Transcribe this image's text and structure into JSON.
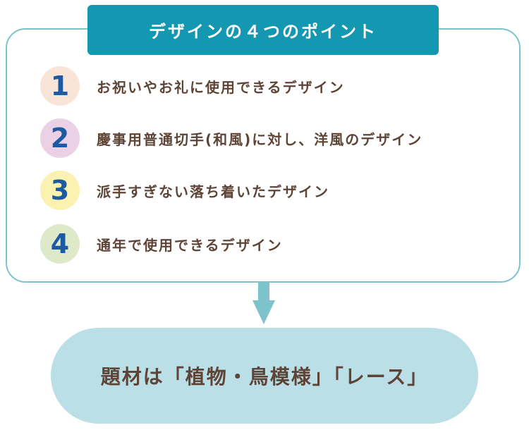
{
  "header": {
    "title": "デザインの４つのポイント"
  },
  "points": [
    {
      "number": "1",
      "text": "お祝いやお礼に使用できるデザイン",
      "badge_color": "#f9e5d8"
    },
    {
      "number": "2",
      "text": "慶事用普通切手(和風)に対し、洋風のデザイン",
      "badge_color": "#ead1e6"
    },
    {
      "number": "3",
      "text": "派手すぎない落ち着いたデザイン",
      "badge_color": "#fbf1b0"
    },
    {
      "number": "4",
      "text": "通年で使用できるデザイン",
      "badge_color": "#dde9c8"
    }
  ],
  "result": {
    "text": "題材は「植物・鳥模様」「レース」"
  },
  "colors": {
    "header_bg": "#1497b1",
    "border": "#7cc3cc",
    "result_bg": "#bbdfe6",
    "text": "#5e4437",
    "number": "#1e5aa3"
  }
}
